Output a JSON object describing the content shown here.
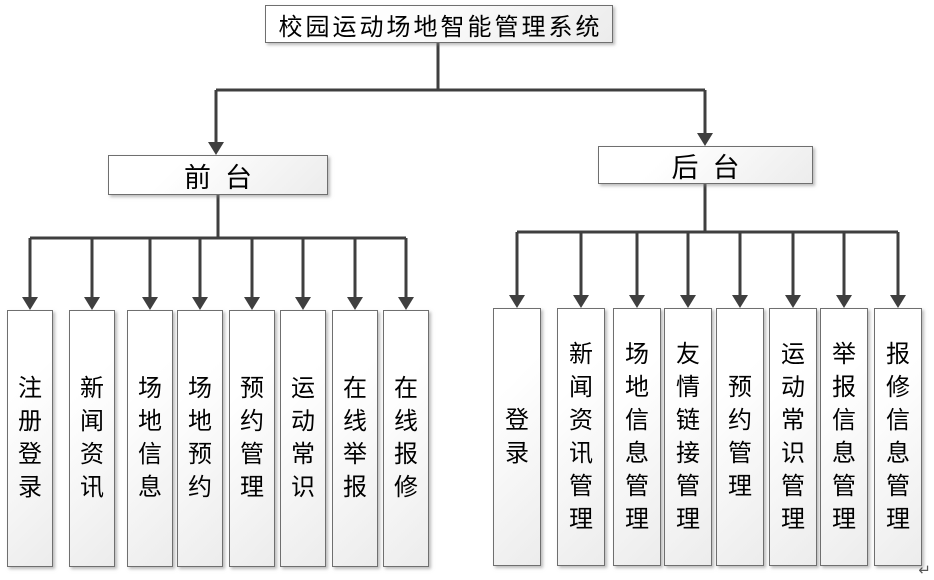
{
  "diagram": {
    "root": "校园运动场地智能管理系统",
    "front": {
      "label": "前台",
      "children": [
        "注册登录",
        "新闻资讯",
        "场地信息",
        "场地预约",
        "预约管理",
        "运动常识",
        "在线举报",
        "在线报修"
      ]
    },
    "back": {
      "label": "后台",
      "children": [
        "登录",
        "新闻资讯管理",
        "场地信息管理",
        "友情链接管理",
        "预约管理",
        "运动常识管理",
        "举报信息管理",
        "报修信息管理"
      ]
    },
    "paragraph_mark": "↵"
  },
  "colors": {
    "connector": "#3f3f3f",
    "box_border": "#6f6f6f",
    "box_fill_top": "#ffffff",
    "box_fill_bottom": "#ececec",
    "text": "#000000"
  }
}
